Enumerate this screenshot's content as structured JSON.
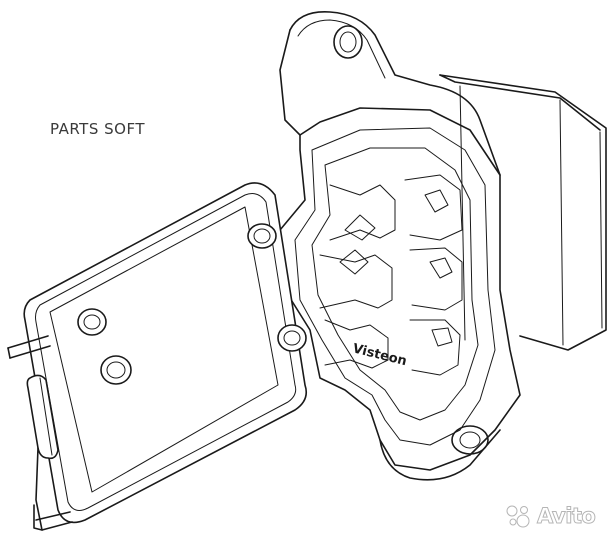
{
  "brand": {
    "label": "PARTS SOFT"
  },
  "part": {
    "embossed_text": "Visteon"
  },
  "watermark": {
    "text": "Avito",
    "icon": "avito-dots-icon"
  }
}
